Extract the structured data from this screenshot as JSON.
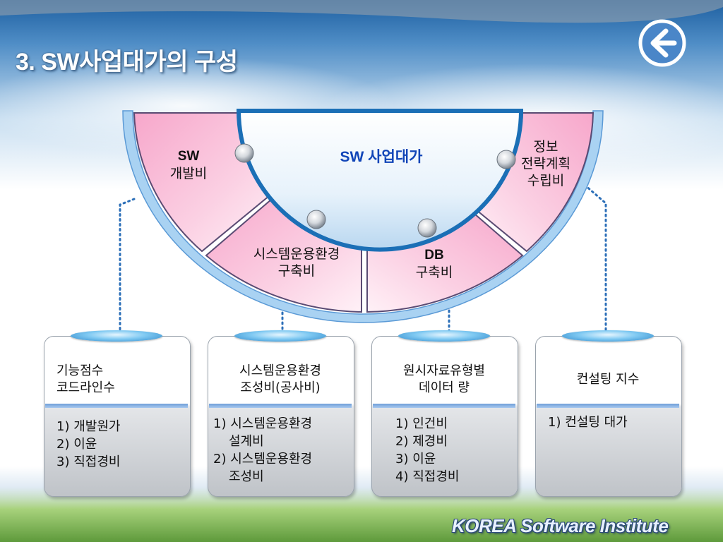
{
  "slide": {
    "title": "3. SW사업대가의 구성",
    "footer_logo": "KOREA Software Institute"
  },
  "diagram": {
    "center_label": "SW 사업대가",
    "segments": [
      {
        "bold": "SW",
        "text": "개발비"
      },
      {
        "bold": "",
        "text": "시스템운용환경 구축비"
      },
      {
        "bold": "DB",
        "text": "구축비"
      },
      {
        "bold": "",
        "text": "정보 전략계획 수립비"
      }
    ]
  },
  "boxes": [
    {
      "head": [
        "기능점수",
        "코드라인수"
      ],
      "items": [
        "1) 개발원가",
        "2) 이윤",
        "3) 직접경비"
      ]
    },
    {
      "head": [
        "시스템운용환경",
        "조성비(공사비)"
      ],
      "items": [
        "1) 시스템운용환경",
        "설계비",
        "2) 시스템운용환경",
        "조성비"
      ]
    },
    {
      "head": [
        "원시자료유형별",
        "데이터 량"
      ],
      "items": [
        "1) 인건비",
        "2) 제경비",
        "3) 이윤",
        "4) 직접경비"
      ]
    },
    {
      "head": [
        "컨설팅 지수"
      ],
      "items": [
        "1) 컨설팅 대가"
      ]
    }
  ]
}
